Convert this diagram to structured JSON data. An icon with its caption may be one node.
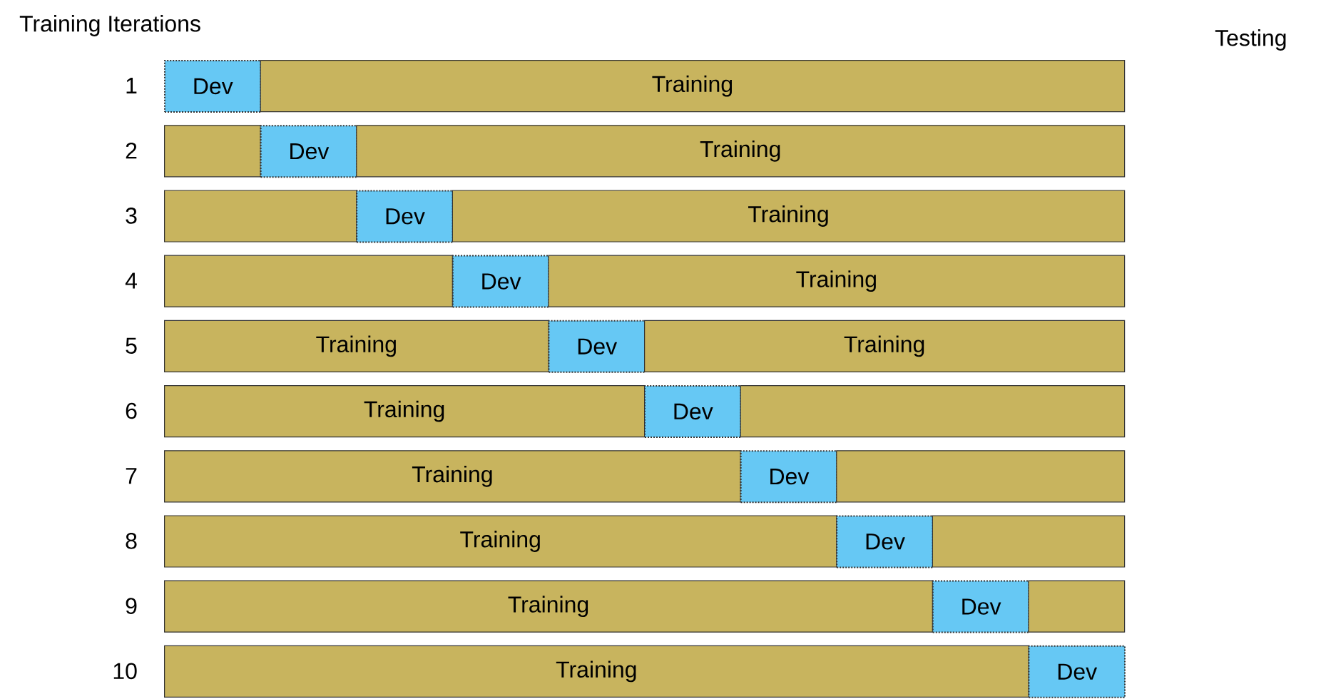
{
  "diagram": {
    "title": "Training Iterations",
    "nodes": [
      {
        "text": [
          "Dev"
        ]
      },
      {
        "text": [
          "Training"
        ]
      },
      {
        "text": [],
        "shape": "box"
      },
      {
        "text": [
          "Dev"
        ]
      },
      {
        "text": [
          "Training"
        ]
      },
      {
        "text": [],
        "shape": "box"
      },
      {
        "text": [
          "Dev"
        ]
      },
      {
        "text": [
          "Training"
        ]
      },
      {
        "text": [],
        "shape": "box"
      },
      {
        "text": [
          "Dev"
        ]
      },
      {
        "text": [
          "Training"
        ]
      },
      {
        "text": [
          "Training"
        ]
      },
      {
        "text": [
          "Dev"
        ]
      },
      {
        "text": [
          "Training"
        ]
      },
      {
        "text": [
          "Training"
        ]
      },
      {
        "text": [
          "Dev"
        ]
      },
      {
        "text": [],
        "shape": "box"
      },
      {
        "text": [
          "Training"
        ]
      },
      {
        "text": [
          "Dev"
        ]
      },
      {
        "text": [],
        "shape": "box"
      },
      {
        "text": [
          "Training"
        ]
      },
      {
        "text": [
          "Dev"
        ]
      },
      {
        "text": [],
        "shape": "box"
      },
      {
        "text": [
          "Training"
        ]
      },
      {
        "text": [
          "Dev"
        ]
      },
      {
        "text": [],
        "shape": "box"
      },
      {
        "text": [
          "Training"
        ]
      },
      {
        "text": [
          "Dev"
        ]
      }
    ],
    "labels": [
      "Testing",
      "1",
      "2",
      "3",
      "4",
      "5",
      "6",
      "7",
      "8",
      "9",
      "10"
    ]
  }
}
